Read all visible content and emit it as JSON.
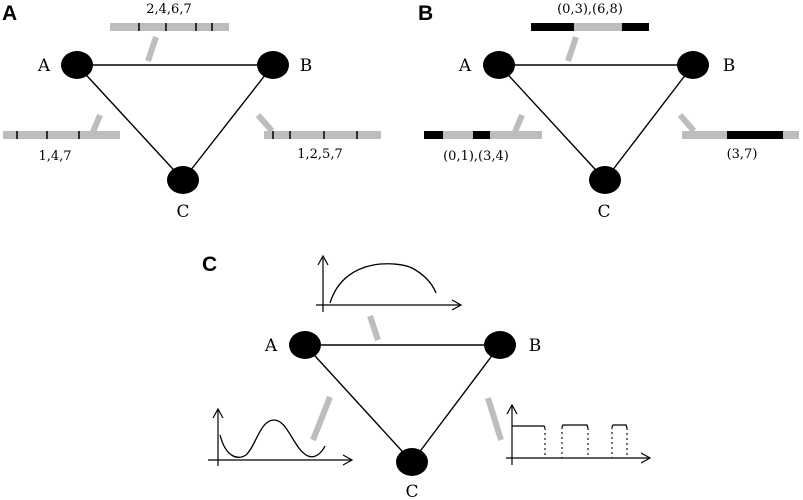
{
  "panels": {
    "a": {
      "label": "A",
      "nodes": {
        "a": "A",
        "b": "B",
        "c": "C"
      },
      "edges": {
        "ab": {
          "label": "2,4,6,7"
        },
        "ac": {
          "label": "1,4,7"
        },
        "bc": {
          "label": "1,2,5,7"
        }
      }
    },
    "b": {
      "label": "B",
      "nodes": {
        "a": "A",
        "b": "B",
        "c": "C"
      },
      "edges": {
        "ab": {
          "label": "(0,3),(6,8)"
        },
        "ac": {
          "label": "(0,1),(3,4)"
        },
        "bc": {
          "label": "(3,7)"
        }
      }
    },
    "c": {
      "label": "C",
      "nodes": {
        "a": "A",
        "b": "B",
        "c": "C"
      }
    }
  },
  "colors": {
    "node": "#000000",
    "edge": "#000000",
    "timeline": "#bdbdbd",
    "active_interval": "#000000"
  }
}
